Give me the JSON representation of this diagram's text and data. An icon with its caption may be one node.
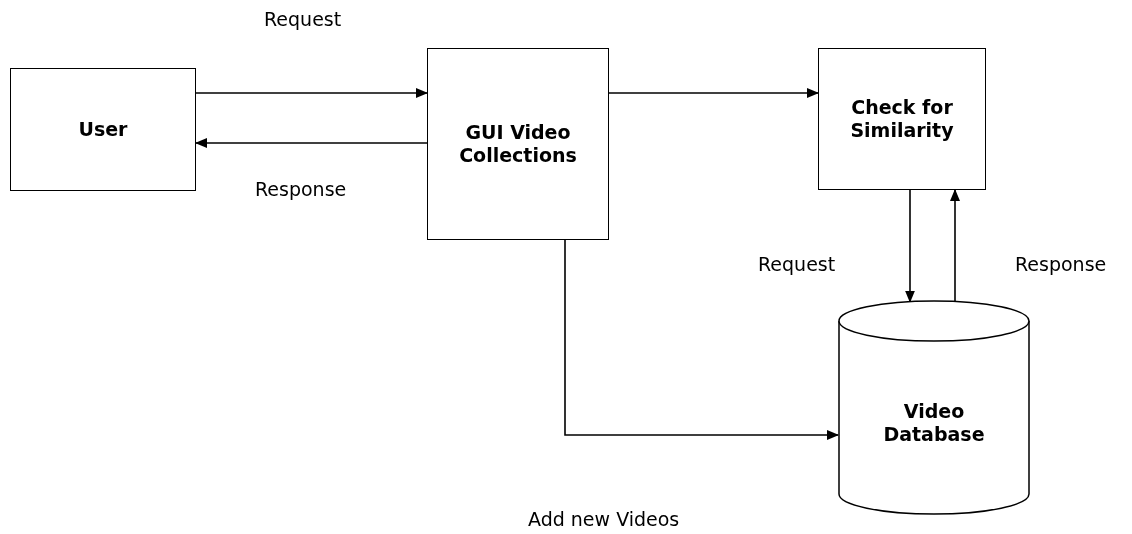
{
  "diagram": {
    "nodes": [
      {
        "text": [
          "User"
        ]
      },
      {
        "text": [
          "GUI Video Collections"
        ]
      },
      {
        "text": [
          "Check for Similarity"
        ]
      },
      {
        "text": [
          "Video Database"
        ]
      }
    ],
    "edges": [
      {
        "from": 0,
        "to": 1,
        "arrow": "to",
        "label": "Request"
      },
      {
        "from": 1,
        "to": 0,
        "arrow": "to",
        "label": "Response"
      },
      {
        "from": 1,
        "to": 2,
        "arrow": "to"
      },
      {
        "from": 2,
        "to": 3,
        "arrow": "to",
        "label": "Request"
      },
      {
        "from": 3,
        "to": 2,
        "arrow": "to",
        "label": "Response"
      },
      {
        "from": 1,
        "to": 3,
        "arrow": "to",
        "label": "Add new Videos"
      }
    ]
  }
}
